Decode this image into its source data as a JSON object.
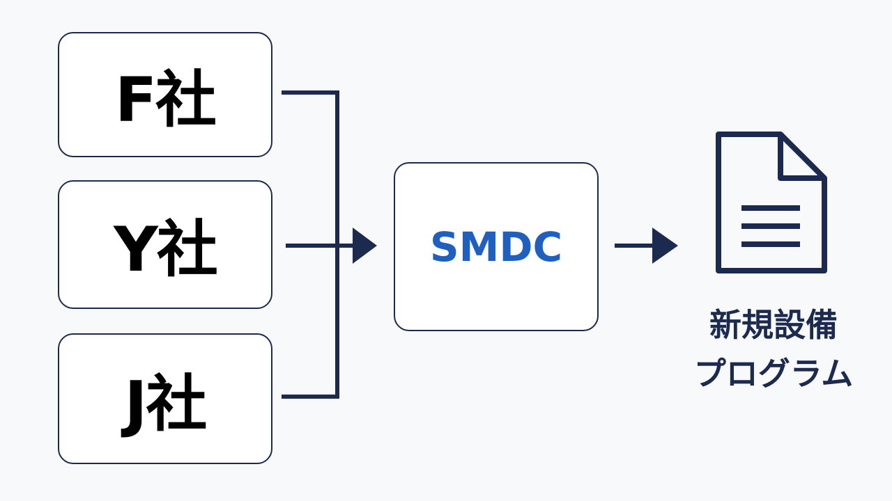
{
  "inputs": [
    {
      "label": "F社"
    },
    {
      "label": "Y社"
    },
    {
      "label": "J社"
    }
  ],
  "hub": {
    "label": "SMDC"
  },
  "output": {
    "icon": "document-icon",
    "label_line1": "新規設備",
    "label_line2": "プログラム"
  },
  "colors": {
    "stroke": "#1b2a4e",
    "hub_text": "#1f5fbf",
    "box_fill": "#ffffff",
    "background": "#f8f9fa"
  }
}
